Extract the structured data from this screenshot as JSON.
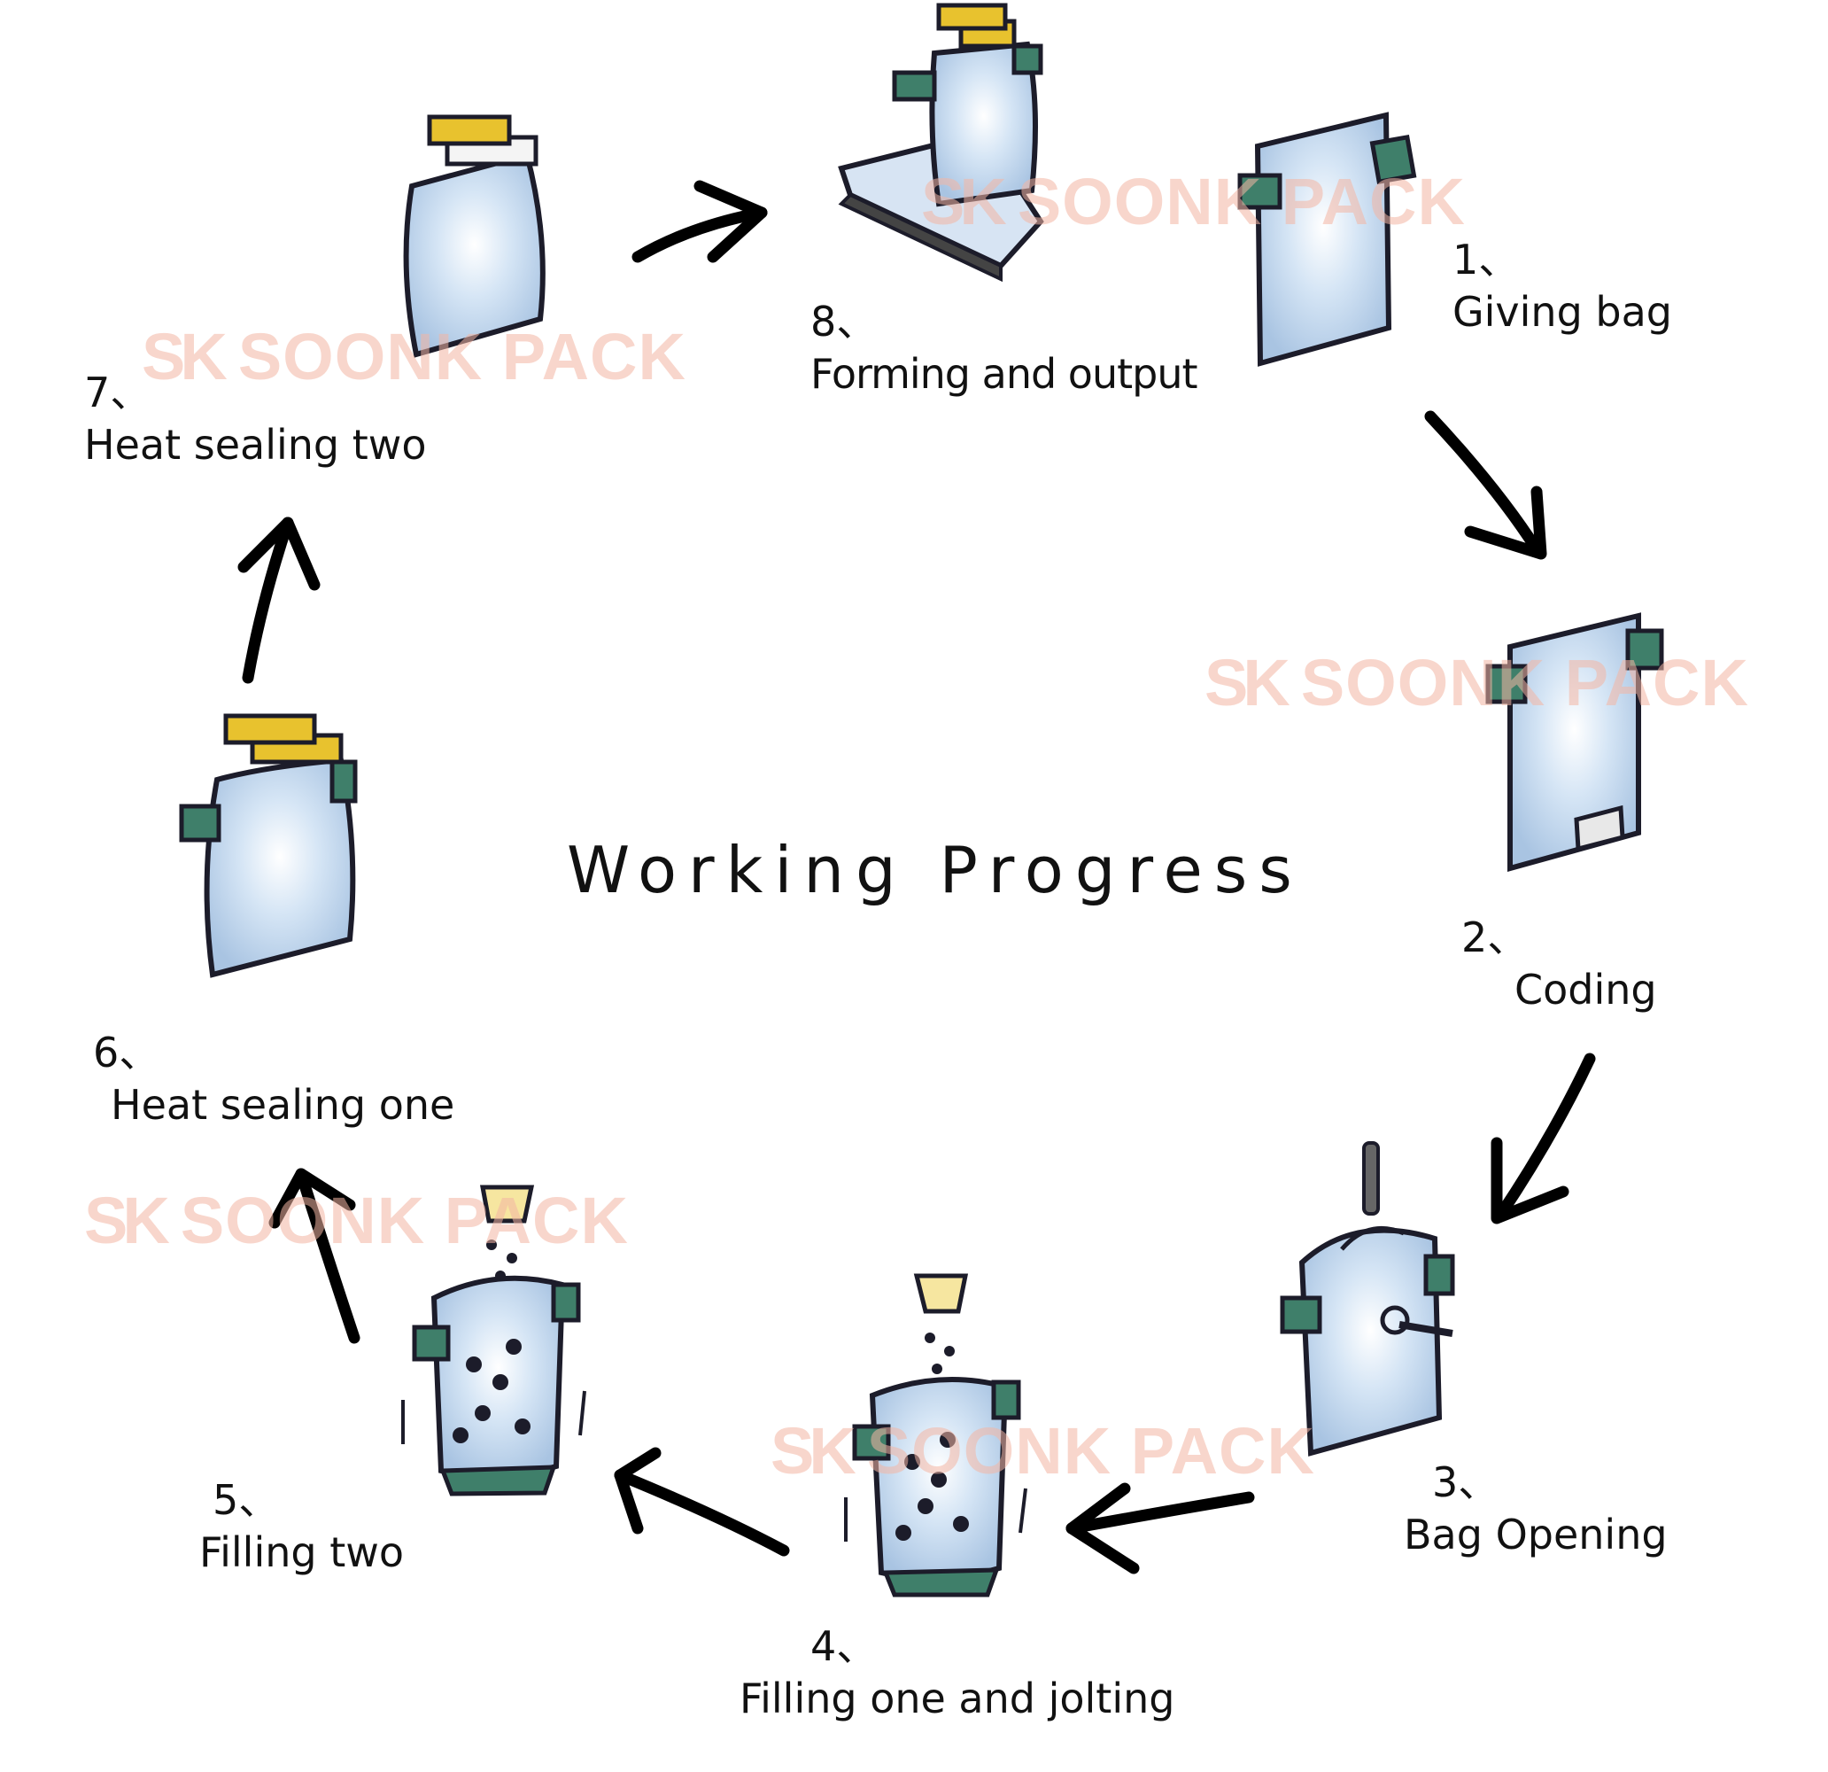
{
  "title": "Working Progress",
  "watermark": {
    "logo": "SK",
    "text": "SOONK PACK"
  },
  "steps": [
    {
      "num": "1、",
      "label": "Giving bag"
    },
    {
      "num": "2、",
      "label": "Coding"
    },
    {
      "num": "3、",
      "label": "Bag Opening"
    },
    {
      "num": "4、",
      "label": "Filling one and jolting"
    },
    {
      "num": "5、",
      "label": "Filling two"
    },
    {
      "num": "6、",
      "label": "Heat sealing one"
    },
    {
      "num": "7、",
      "label": "Heat sealing two"
    },
    {
      "num": "8、",
      "label": "Forming and output"
    }
  ],
  "colors": {
    "bag": "#c7daf0",
    "bag_edge": "#1c1c2a",
    "clamp": "#3f7f6a",
    "sealer": "#e8c22e",
    "nozzle": "#f6e6a0",
    "arrow": "#000000",
    "watermark": "#f4b6a4"
  }
}
